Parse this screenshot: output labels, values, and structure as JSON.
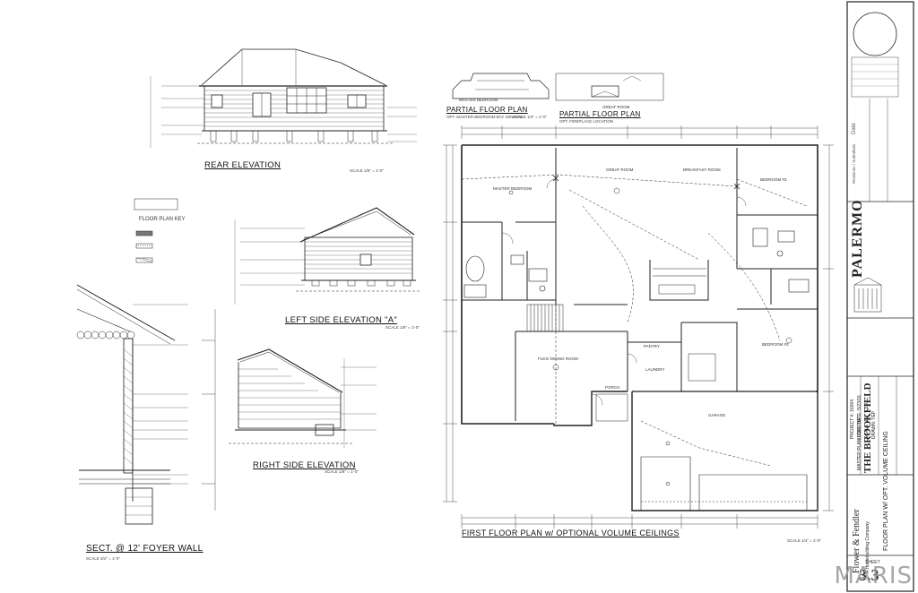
{
  "views": {
    "rear_elevation": {
      "title": "REAR ELEVATION",
      "scale": "SCALE 1/8\" = 1'-0\""
    },
    "left_side_elevation": {
      "title": "LEFT SIDE ELEVATION \"A\"",
      "scale": "SCALE 1/8\" = 1'-0\""
    },
    "right_side_elevation": {
      "title": "RIGHT SIDE ELEVATION",
      "scale": "SCALE 1/8\" = 1'-0\""
    },
    "foyer_section": {
      "title": "SECT. @ 12' FOYER WALL",
      "scale": "SCALE 3/4\" = 1'-0\""
    },
    "partial_floor_plan_1": {
      "title": "PARTIAL FLOOR PLAN",
      "subtitle": "OPT. MASTER BEDROOM BAY WINDOW",
      "scale": "SCALE 1/4\" = 1'-0\""
    },
    "partial_floor_plan_2": {
      "title": "PARTIAL FLOOR PLAN",
      "subtitle": "OPT. FIREPLACE LOCATION"
    },
    "first_floor_plan": {
      "title": "FIRST FLOOR PLAN w/ OPTIONAL VOLUME CEILINGS",
      "scale": "SCALE 1/4\" = 1'-0\""
    }
  },
  "floor_plan_key": {
    "title": "FLOOR PLAN KEY"
  },
  "rooms": {
    "master_bedroom": "MASTER BEDROOM",
    "great_room": "GREAT ROOM",
    "breakfast_room": "BREAKFAST ROOM",
    "bedroom_2": "BEDROOM #2",
    "bedroom_3": "BEDROOM #3",
    "flex_dining": "FLEX/ DINING ROOM",
    "pantry": "PANTRY",
    "porch": "PORCH",
    "garage": "GARAGE",
    "laundry": "LAUNDRY",
    "great_room_partial": "GREAT ROOM",
    "master_bedroom_partial": "MASTER BEDROOM"
  },
  "title_block": {
    "model": "PALERMO",
    "plan_line_1": "MASTER PLAN FOR THE",
    "plan_line_2": "THE BROOKFIELD",
    "sheet_desc": "FLOOR PLAN W/ OPT. VOLUME CEILING",
    "builder": "Flower & Fendler",
    "builder_sub": "A Homebuilding Company",
    "sheet_label": "SHEET",
    "sheet_number": "3.3",
    "project_label": "PROJECT #:",
    "project_value": "16004",
    "issue_label": "ISSUE DATE:",
    "issue_value": "5/23/16",
    "scale_label": "SCALE:",
    "scale_value": "1/4\" = 1'-0\"",
    "drawn_label": "DRAWN:",
    "drawn_value": "TEP",
    "revisions_label": "Revisions / Submittals",
    "date_label": "Date"
  },
  "watermark": "MARIS"
}
